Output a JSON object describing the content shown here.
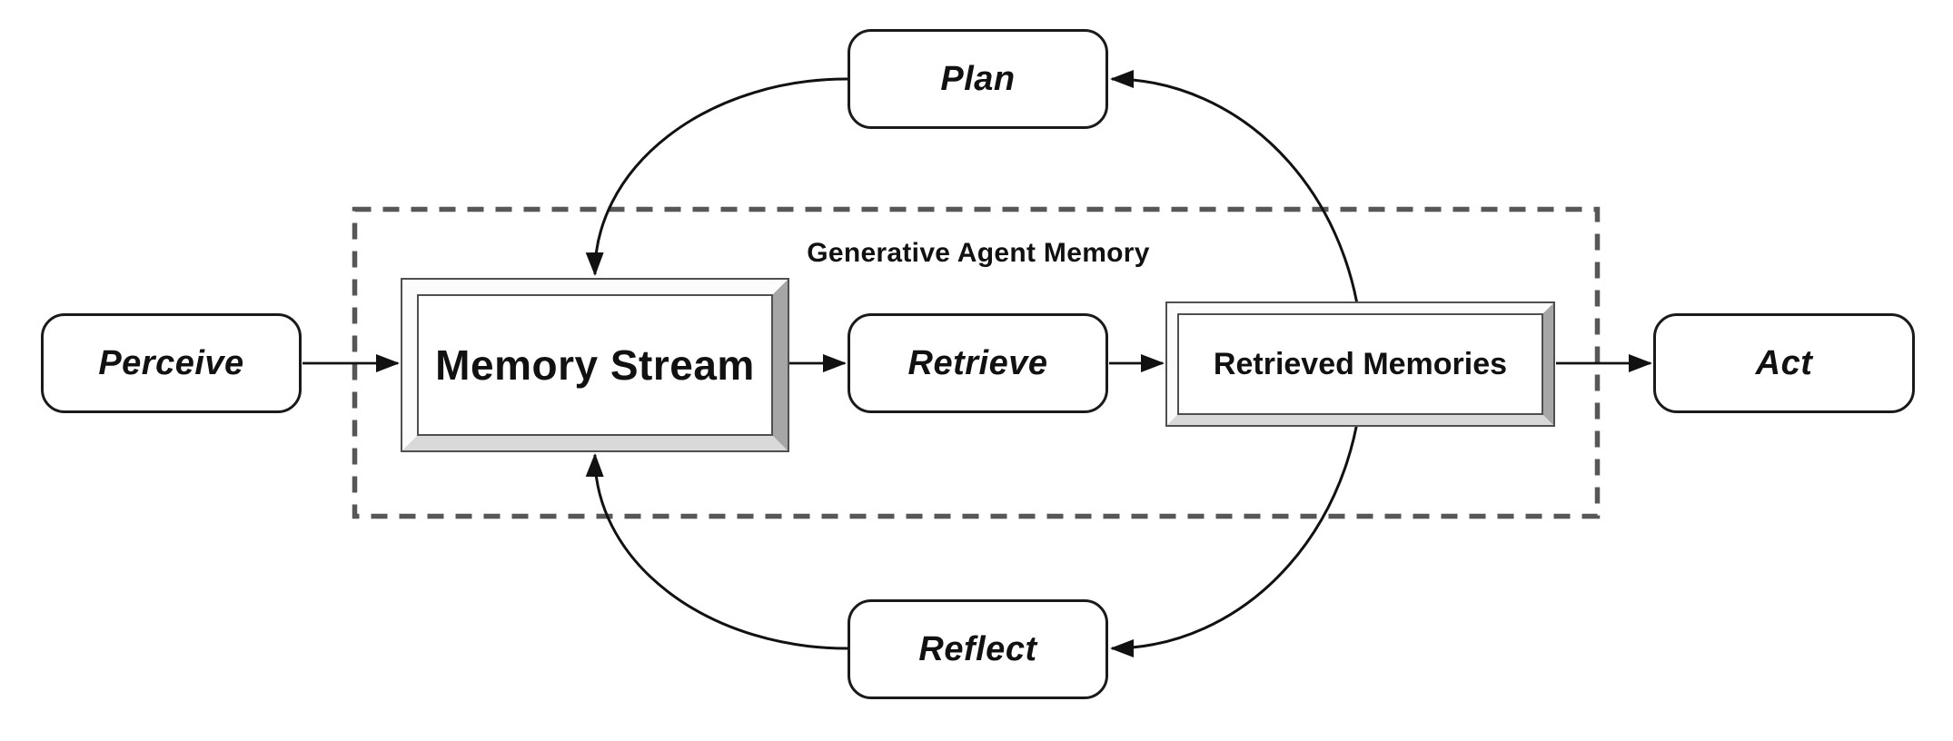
{
  "diagram": {
    "title": "Generative Agent Memory",
    "container": {
      "label": "Generative Agent Memory",
      "border_style": "dashed"
    },
    "nodes": {
      "perceive": {
        "label": "Perceive",
        "shape": "rounded-rect",
        "text_style": "italic"
      },
      "plan": {
        "label": "Plan",
        "shape": "rounded-rect",
        "text_style": "italic"
      },
      "retrieve": {
        "label": "Retrieve",
        "shape": "rounded-rect",
        "text_style": "italic"
      },
      "act": {
        "label": "Act",
        "shape": "rounded-rect",
        "text_style": "italic"
      },
      "reflect": {
        "label": "Reflect",
        "shape": "rounded-rect",
        "text_style": "italic"
      },
      "memory_stream": {
        "label": "Memory Stream",
        "shape": "beveled-3d-box",
        "text_style": "bold"
      },
      "retrieved_memories": {
        "label": "Retrieved Memories",
        "shape": "beveled-3d-box",
        "text_style": "bold"
      }
    },
    "edges": [
      {
        "from": "Perceive",
        "to": "Memory Stream",
        "style": "straight-arrow"
      },
      {
        "from": "Memory Stream",
        "to": "Retrieve",
        "style": "straight-arrow"
      },
      {
        "from": "Retrieve",
        "to": "Retrieved Memories",
        "style": "straight-arrow"
      },
      {
        "from": "Retrieved Memories",
        "to": "Act",
        "style": "straight-arrow"
      },
      {
        "from": "Retrieved Memories",
        "to": "Plan",
        "style": "curved-arrow"
      },
      {
        "from": "Retrieved Memories",
        "to": "Reflect",
        "style": "curved-arrow"
      },
      {
        "from": "Plan",
        "to": "Memory Stream",
        "style": "curved-arrow"
      },
      {
        "from": "Reflect",
        "to": "Memory Stream",
        "style": "curved-arrow"
      }
    ],
    "colors": {
      "background": "#ffffff",
      "node_border": "#1a1a1a",
      "text": "#111111",
      "arrow": "#111111",
      "dashed_border": "#575757",
      "bevel_outline": "#4f4f4f",
      "bevel_light_face": "#fcfcfc",
      "bevel_right_face": "#a6a6a6",
      "bevel_bottom_face": "#d9d9d9"
    }
  }
}
